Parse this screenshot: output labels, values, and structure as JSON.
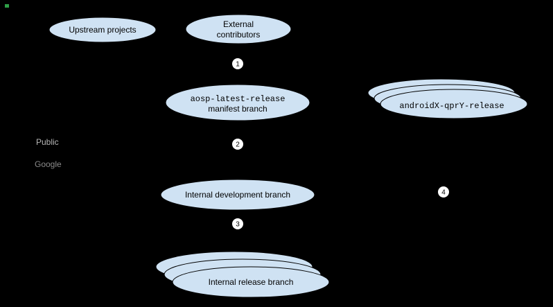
{
  "colors": {
    "background": "#000000",
    "node_fill": "#cfe2f3",
    "node_stroke": "#000000",
    "badge_fill": "#ffffff",
    "badge_text": "#000000",
    "public_label": "#b7b7b7",
    "google_label": "#8a8a8a",
    "corner_marker": "#2e9e46"
  },
  "nodes": {
    "upstream": {
      "label": "Upstream projects"
    },
    "external": {
      "line1": "External",
      "line2": "contributors"
    },
    "aosp_manifest": {
      "line1": "aosp-latest-release",
      "line2": "manifest branch"
    },
    "android_qpr": {
      "label": "androidX-qprY-release"
    },
    "internal_dev": {
      "label": "Internal development branch"
    },
    "internal_release": {
      "label": "Internal release branch"
    }
  },
  "zone_labels": {
    "public": "Public",
    "google": "Google"
  },
  "step_badges": {
    "step1": "1",
    "step2": "2",
    "step3": "3",
    "step4": "4"
  }
}
